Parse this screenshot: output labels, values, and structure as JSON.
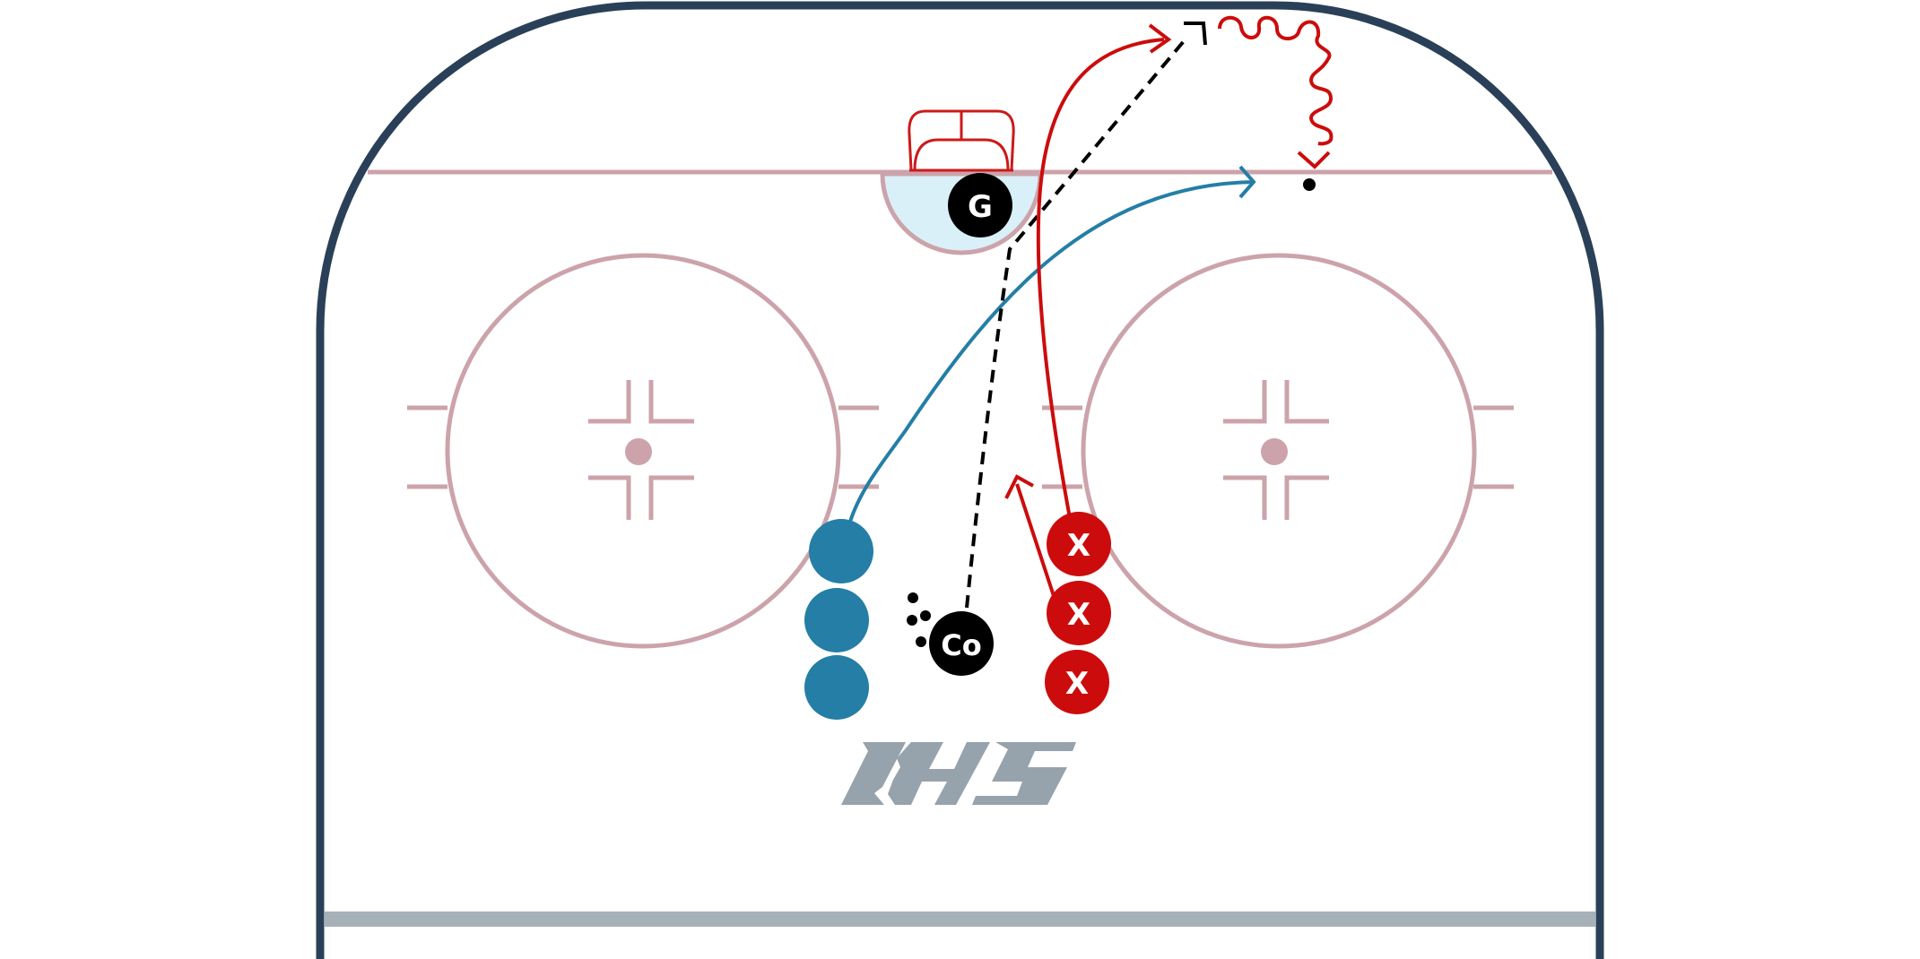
{
  "diagram": {
    "colors": {
      "boards": "#2a4058",
      "rink_lines": "#cca3aa",
      "crease_fill": "#daf0f8",
      "net": "#cc1a1a",
      "team_blue": "#247ea6",
      "team_red": "#cc0c0c",
      "coach_goalie": "#000000",
      "red_line": "#a6b0b8",
      "logo": "#96a2ac"
    },
    "labels": {
      "goalie": "G",
      "coach": "Co",
      "red_player_1": "X",
      "red_player_2": "X",
      "red_player_3": "X"
    },
    "logo_text": "IHS",
    "icons": {
      "logo": "ihs-logo",
      "pucks": "puck-icon"
    }
  }
}
